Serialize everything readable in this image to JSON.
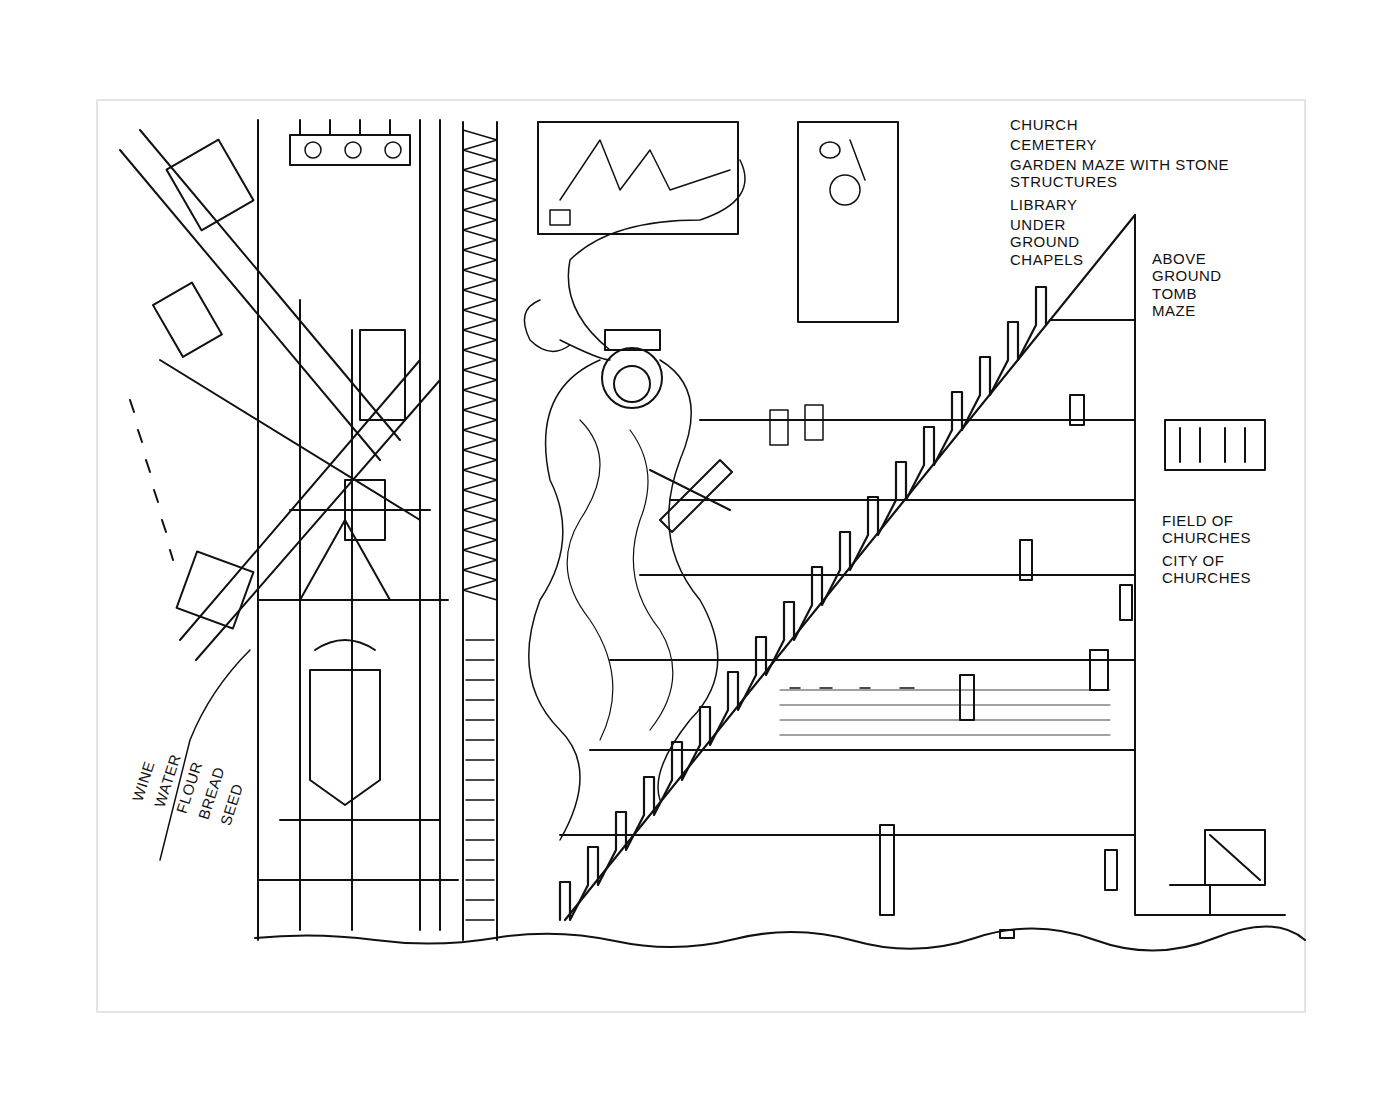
{
  "diagram": {
    "labels": [
      "CHURCH",
      "CEMETERY",
      "GARDEN MAZE WITH STONE STRUCTURES",
      "LIBRARY",
      "UNDER GROUND CHAPELS",
      "ABOVE GROUND TOMB MAZE",
      "FIELD OF CHURCHES",
      "CITY OF CHURCHES",
      "WINE",
      "WATER",
      "FLOUR",
      "BREAD",
      "SEED"
    ]
  }
}
